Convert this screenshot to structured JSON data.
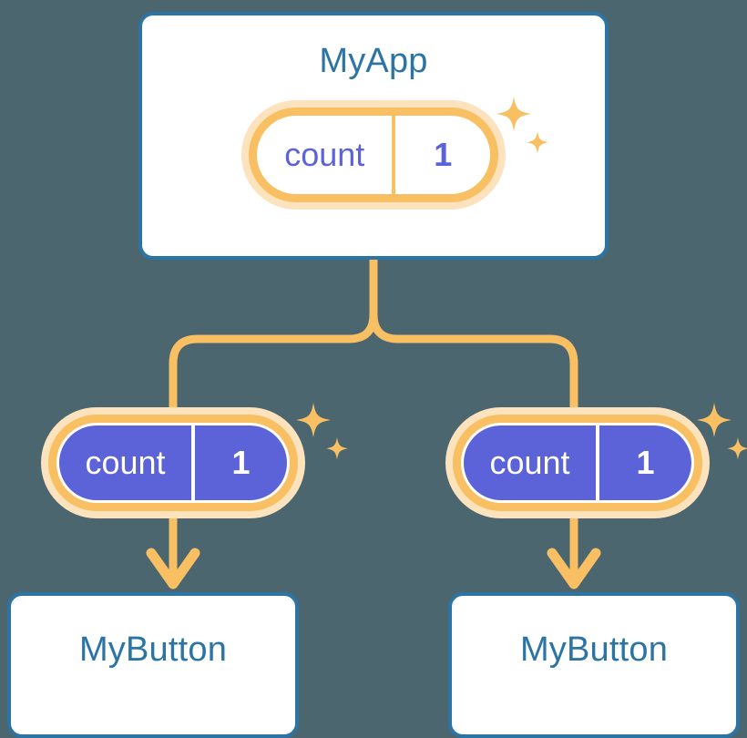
{
  "diagram": {
    "type": "component-state-tree",
    "background_color": "#4c666f",
    "accent_blue": "#2b74a3",
    "accent_orange": "#f9bf63",
    "accent_orange_soft": "#fce3bd",
    "accent_purple": "#5c63d8",
    "parent": {
      "title": "MyApp",
      "state": {
        "key": "count",
        "value": "1",
        "style": "light"
      },
      "sparkle_icon": "sparkles-icon"
    },
    "children": [
      {
        "state": {
          "key": "count",
          "value": "1",
          "style": "solid"
        },
        "sparkle_icon": "sparkles-icon",
        "title": "MyButton"
      },
      {
        "state": {
          "key": "count",
          "value": "1",
          "style": "solid"
        },
        "sparkle_icon": "sparkles-icon",
        "title": "MyButton"
      }
    ]
  }
}
